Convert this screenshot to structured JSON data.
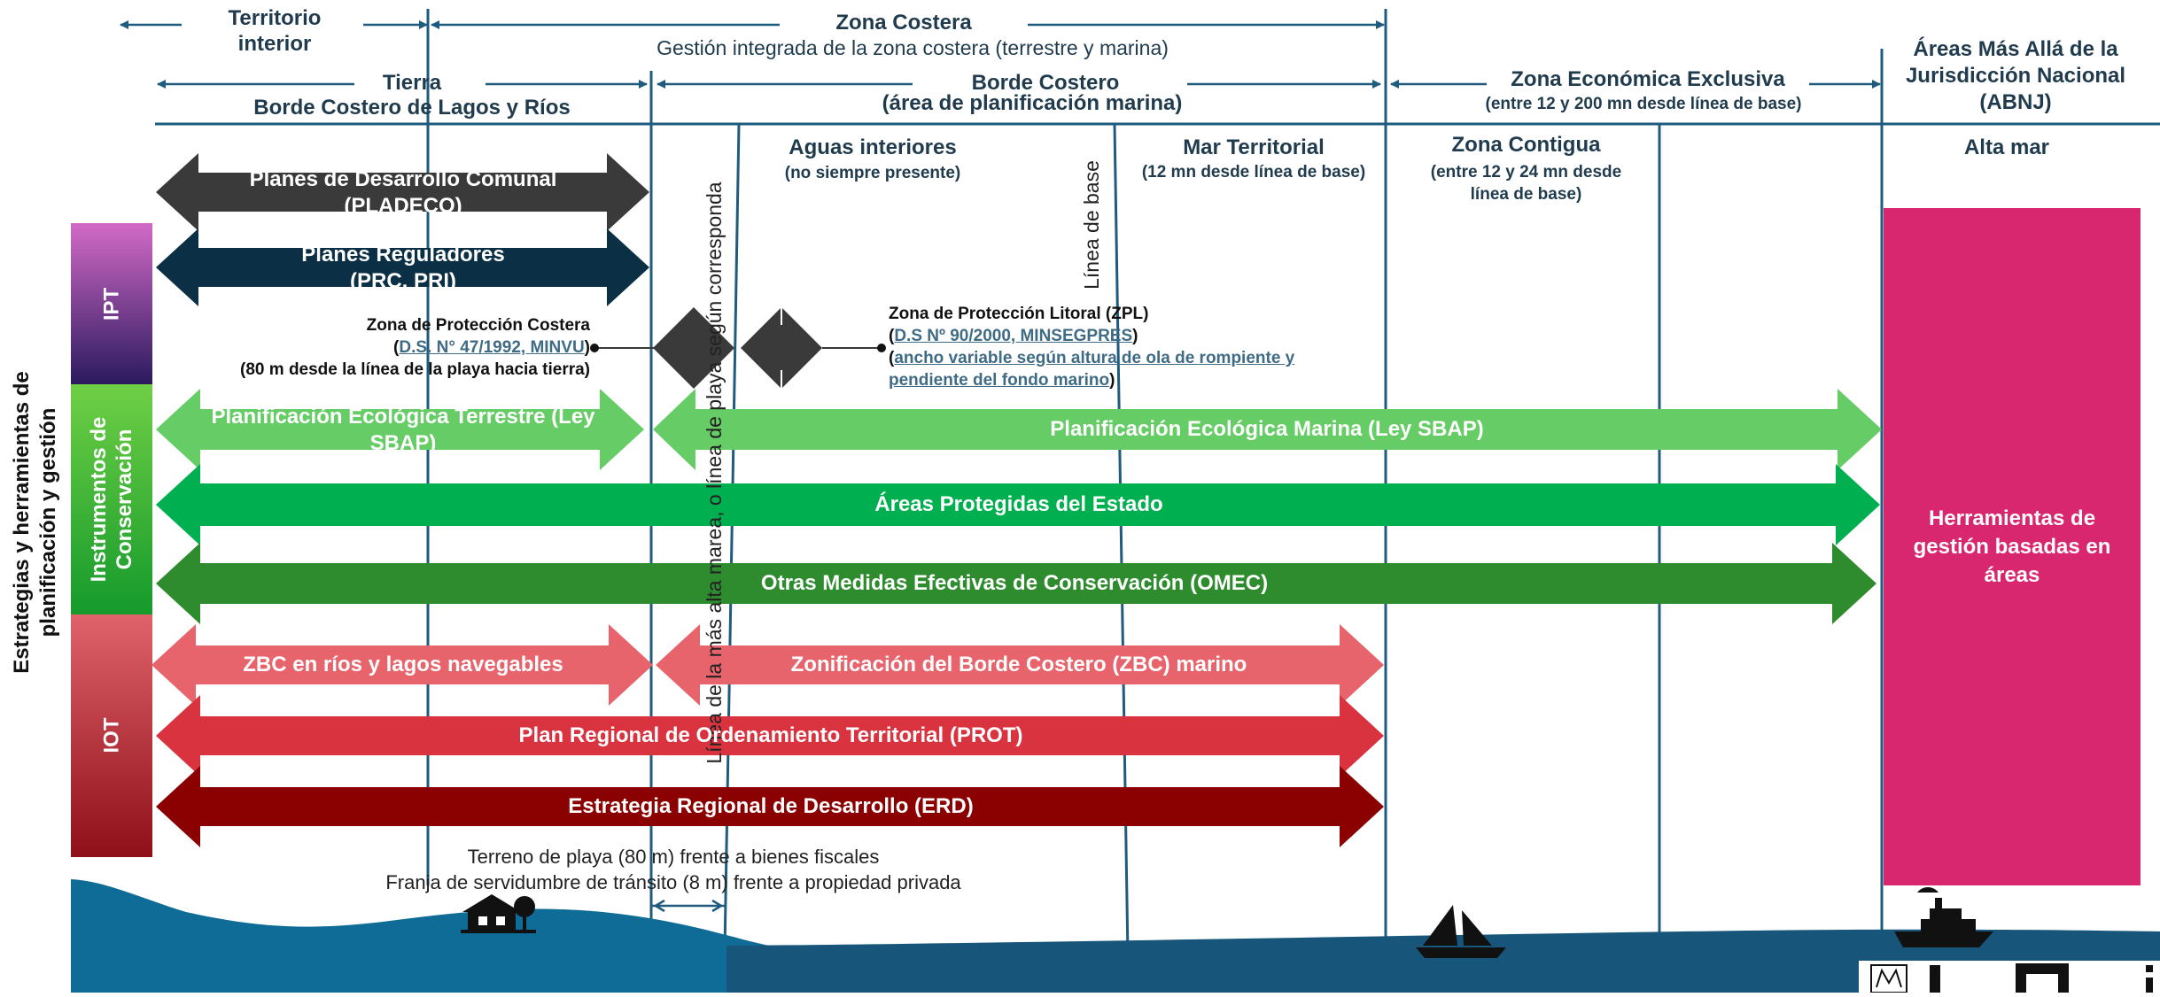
{
  "header": {
    "territorio_interior": "Territorio\ninterior",
    "zona_costera_title": "Zona Costera",
    "zona_costera_sub": "Gestión integrada de la zona costera (terrestre y marina)",
    "tierra_title": "Tierra",
    "tierra_sub": "Borde Costero de Lagos y Ríos",
    "borde_costero_title": "Borde Costero",
    "borde_costero_sub": "(área de planificación marina)",
    "zee_title": "Zona Económica Exclusiva",
    "zee_sub": "(entre 12 y 200 mn desde línea de base)",
    "abnj": "Áreas Más Allá de la\nJurisdicción Nacional\n(ABNJ)"
  },
  "zones": {
    "aguas_interiores": "Aguas interiores",
    "aguas_interiores_sub": "(no siempre presente)",
    "mar_territorial": "Mar Territorial",
    "mar_territorial_sub": "(12 mn desde línea de base)",
    "zona_contigua": "Zona Contigua",
    "zona_contigua_sub": "(entre 12 y 24 mn desde\nlínea de base)",
    "alta_mar": "Alta mar"
  },
  "vertical_labels": {
    "linea_base": "Línea de base",
    "linea_marea": "Línea de la más alta marea, o línea de playa según corresponda"
  },
  "side": {
    "main_label": "Estrategias y herramientas de\nplanificación y gestión",
    "ipt": "IPT",
    "conservacion": "Instrumentos de\nConservación",
    "iot": "IOT"
  },
  "arrows": {
    "pladeco": "Planes de Desarrollo Comunal\n(PLADECO)",
    "reguladores": "Planes Reguladores\n(PRC, PRI)",
    "eco_terrestre": "Planificación Ecológica Terrestre (Ley\nSBAP)",
    "eco_marina": "Planificación Ecológica Marina (Ley SBAP)",
    "areas_protegidas": "Áreas Protegidas del Estado",
    "omec": "Otras Medidas Efectivas de Conservación (OMEC)",
    "zbc_rios": "ZBC en ríos y lagos navegables",
    "zbc_marino": "Zonificación del Borde Costero (ZBC) marino",
    "prot": "Plan Regional de Ordenamiento Territorial (PROT)",
    "erd": "Estrategia Regional de Desarrollo (ERD)"
  },
  "zpc": {
    "title": "Zona de Protección Costera",
    "ref_open": "(",
    "ref_link": "D.S. N° 47/1992, MINVU",
    "ref_close": ")",
    "detail": "(80 m desde la línea de la playa hacia tierra)"
  },
  "zpl": {
    "title": "Zona de Protección Litoral (ZPL)",
    "ref_open": "(",
    "ref_link": "D.S Nº 90/2000, MINSEGPRES",
    "ref_close": ")",
    "detail_open": "(",
    "detail_link1": "ancho variable según altura de ola de rompiente y",
    "detail_link2": "pendiente del fondo marino",
    "detail_close": ")"
  },
  "abnj_box": "Herramientas de\ngestión basadas en\náreas",
  "bottom": {
    "line1": "Terreno de playa (80 m) frente a bienes fiscales",
    "line2": "Franja de servidumbre de tránsito (8 m) frente a propiedad privada"
  },
  "icons": [
    "house-icon",
    "sailboat-icon",
    "ship-icon",
    "emblem-icon"
  ],
  "colors": {
    "navy_line": "#1e5b7e",
    "dark_gray": "#3a3a3a",
    "dark_teal": "#0b2f45",
    "light_green": "#66cc66",
    "green": "#00b050",
    "dark_green": "#2e8b2e",
    "salmon": "#e8646c",
    "red": "#d93340",
    "dark_red": "#8b0000",
    "magenta": "#d9276f",
    "ocean": "#0e6c96"
  }
}
